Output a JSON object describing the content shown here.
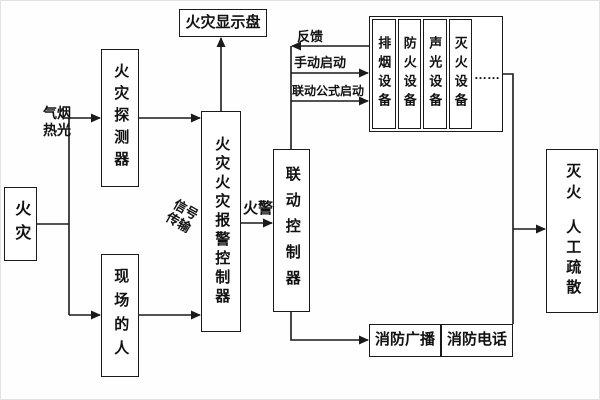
{
  "diagram": {
    "nodes": {
      "fire": "火灾",
      "detector": "火灾探测器",
      "people": "现场的人",
      "display_panel": "火灾显示盘",
      "alarm_controller": "火灾火灾报警控制器",
      "linkage_controller": "联动控制器",
      "equipment": {
        "smoke": "排烟设备",
        "fireproof": "防火设备",
        "sound_light": "声光设备",
        "extinguish": "灭火设备",
        "more": "……"
      },
      "broadcast": "消防广播",
      "telephone": "消防电话",
      "evacuation": {
        "line1": "灭火",
        "line2": "人工疏散"
      }
    },
    "labels": {
      "stimuli": {
        "line1": "气烟",
        "line2": "热光"
      },
      "signal": {
        "line1": "信号",
        "line2": "传输"
      },
      "fire_alarm": "火警",
      "feedback": "反馈",
      "manual_start": "手动启动",
      "linkage_start": "联动公式启动"
    },
    "colors": {
      "line": "#1a1a1a",
      "background": "#ffffff",
      "text": "#111111"
    }
  }
}
